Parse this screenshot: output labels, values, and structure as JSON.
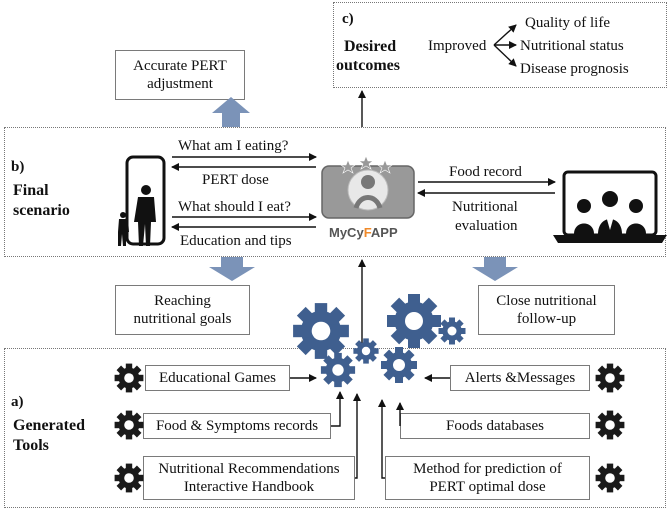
{
  "section_c": {
    "label": "c)",
    "title_line1": "Desired",
    "title_line2": "outcomes",
    "improved": "Improved",
    "outcomes": [
      "Quality of life",
      "Nutritional status",
      "Disease prognosis"
    ]
  },
  "section_b": {
    "label": "b)",
    "title_line1": "Final",
    "title_line2": "scenario",
    "left_arrows": [
      "What am I eating?",
      "PERT dose",
      "What should I eat?",
      "Education and tips"
    ],
    "right_arrows": [
      "Food record",
      "Nutritional",
      "evaluation"
    ],
    "app_name_prefix": "MyCy",
    "app_name_highlight": "F",
    "app_name_suffix": "APP"
  },
  "section_a": {
    "label": "a)",
    "title_line1": "Generated",
    "title_line2": "Tools",
    "left_tools": [
      "Educational Games",
      "Food & Symptoms records"
    ],
    "handbook_line1": "Nutritional Recommendations",
    "handbook_line2": "Interactive Handbook",
    "right_tools": [
      "Alerts &Messages",
      "Foods databases"
    ],
    "method_line1": "Method for prediction of",
    "method_line2": "PERT optimal dose"
  },
  "result_boxes": {
    "pert_line1": "Accurate PERT",
    "pert_line2": "adjustment",
    "goals_line1": "Reaching",
    "goals_line2": "nutritional goals",
    "followup_line1": "Close nutritional",
    "followup_line2": "follow-up"
  },
  "colors": {
    "block_arrow": "#7b93b8",
    "gear": "#3f5f8f",
    "gear_dark": "#1a1a1a",
    "border": "#7a7a7a",
    "app_highlight": "#f08a2a"
  }
}
